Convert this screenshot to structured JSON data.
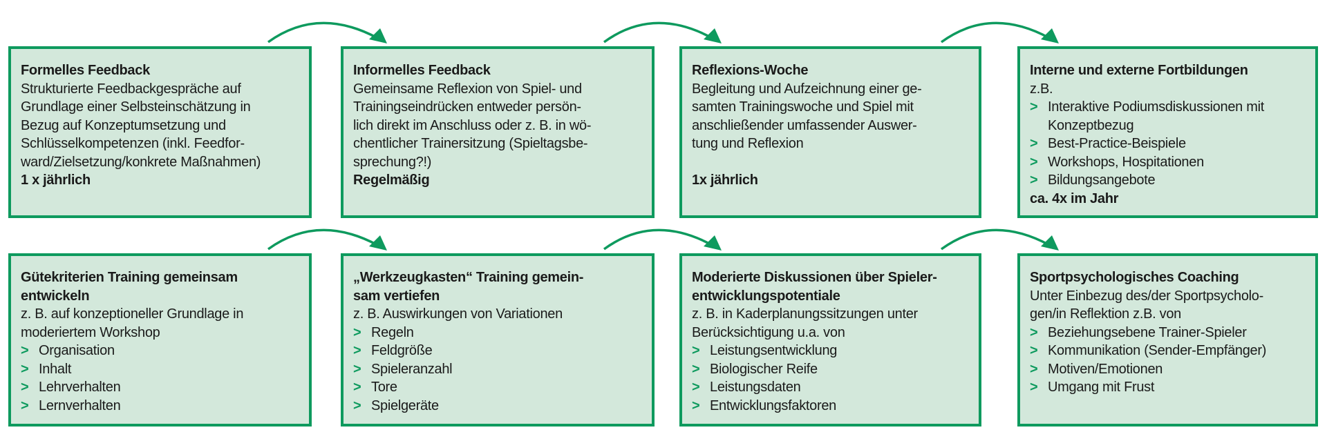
{
  "accent_color": "#0e9a5e",
  "box_fill": "#d3e8db",
  "row1": [
    {
      "title": "Formelles Feedback",
      "text": [
        "Strukturierte Feedbackgespräche auf",
        "Grundlage einer Selbsteinschätzung in",
        "Bezug auf Konzeptumsetzung und",
        "Schlüsselkompetenzen (inkl. Feedfor-",
        "ward/Zielsetzung/konkrete Maßnahmen)"
      ],
      "footer": "1 x jährlich"
    },
    {
      "title": "Informelles Feedback",
      "text": [
        "Gemeinsame Reflexion von Spiel- und",
        "Trainingseindrücken entweder persön-",
        "lich direkt im Anschluss oder z. B. in wö-",
        "chentlicher Trainersitzung (Spieltagsbe-",
        "sprechung?!)"
      ],
      "footer": "Regelmäßig"
    },
    {
      "title": "Reflexions-Woche",
      "text": [
        "Begleitung und Aufzeichnung einer ge-",
        "samten Trainingswoche und Spiel mit",
        "anschließender umfassender Auswer-",
        "tung und Reflexion"
      ],
      "footer": "1x jährlich"
    },
    {
      "title": "Interne und externe Fortbildungen",
      "intro": "z.B.",
      "items": [
        "Interaktive Podiumsdiskussionen mit Konzeptbezug",
        "Best-Practice-Beispiele",
        "Workshops, Hospitationen",
        "Bildungsangebote"
      ],
      "footer": "ca. 4x im Jahr"
    }
  ],
  "row2": [
    {
      "title": [
        "Gütekriterien Training gemeinsam",
        "entwickeln"
      ],
      "intro": [
        "z. B. auf konzeptioneller Grundlage in",
        "moderiertem Workshop"
      ],
      "items": [
        "Organisation",
        "Inhalt",
        "Lehrverhalten",
        "Lernverhalten"
      ]
    },
    {
      "title": [
        "„Werkzeugkasten“ Training gemein-",
        "sam vertiefen"
      ],
      "intro": [
        "z. B. Auswirkungen von Variationen"
      ],
      "items": [
        "Regeln",
        "Feldgröße",
        "Spieleranzahl",
        "Tore",
        "Spielgeräte"
      ]
    },
    {
      "title": [
        "Moderierte Diskussionen über Spieler-",
        "entwicklungspotentiale"
      ],
      "intro": [
        "z. B. in Kaderplanungssitzungen unter",
        "Berücksichtigung u.a. von"
      ],
      "items": [
        "Leistungsentwicklung",
        "Biologischer Reife",
        "Leistungsdaten",
        "Entwicklungsfaktoren"
      ]
    },
    {
      "title": [
        "Sportpsychologisches Coaching"
      ],
      "intro": [
        "Unter Einbezug des/der Sportpsycholo-",
        "gen/in Reflektion z.B. von"
      ],
      "items": [
        "Beziehungsebene Trainer-Spieler",
        "Kommunikation (Sender-Empfänger)",
        "Motiven/Emotionen",
        "Umgang mit Frust"
      ]
    }
  ],
  "bullet_glyph": ">"
}
